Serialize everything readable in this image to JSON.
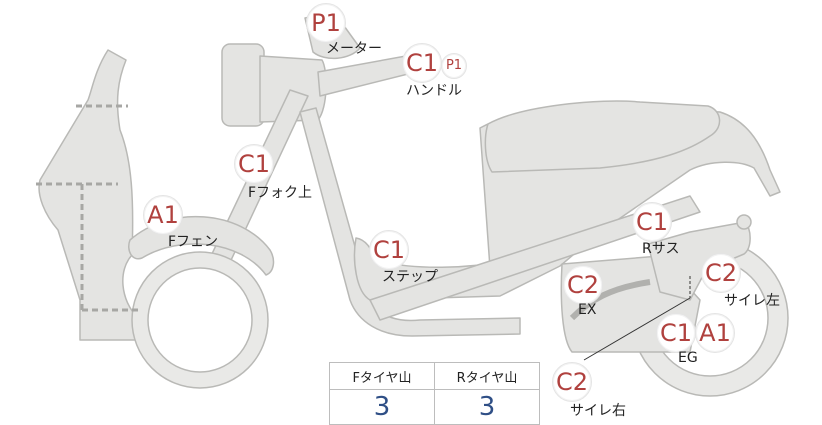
{
  "colors": {
    "body_fill": "#e4e4e2",
    "body_stroke": "#b9b9b6",
    "accent": "#b0413e",
    "value": "#2f4f86"
  },
  "parts": {
    "meter": {
      "badges": [
        "P1"
      ],
      "label": "メーター"
    },
    "handle": {
      "badges": [
        "C1",
        "P1"
      ],
      "label": "ハンドル"
    },
    "fork_upper": {
      "badges": [
        "C1"
      ],
      "label": "Fフォク上"
    },
    "f_fender": {
      "badges": [
        "A1"
      ],
      "label": "Fフェン"
    },
    "step": {
      "badges": [
        "C1"
      ],
      "label": "ステップ"
    },
    "r_suspension": {
      "badges": [
        "C1"
      ],
      "label": "Rサス"
    },
    "exhaust": {
      "badges": [
        "C2"
      ],
      "label": "EX"
    },
    "muffler_left": {
      "badges": [
        "C2"
      ],
      "label": "サイレ左"
    },
    "engine": {
      "badges": [
        "C1",
        "A1"
      ],
      "label": "EG"
    },
    "muffler_right": {
      "badges": [
        "C2"
      ],
      "label": "サイレ右"
    }
  },
  "tire_table": {
    "headers": [
      "Fタイヤ山",
      "Rタイヤ山"
    ],
    "values": [
      "3",
      "3"
    ]
  }
}
